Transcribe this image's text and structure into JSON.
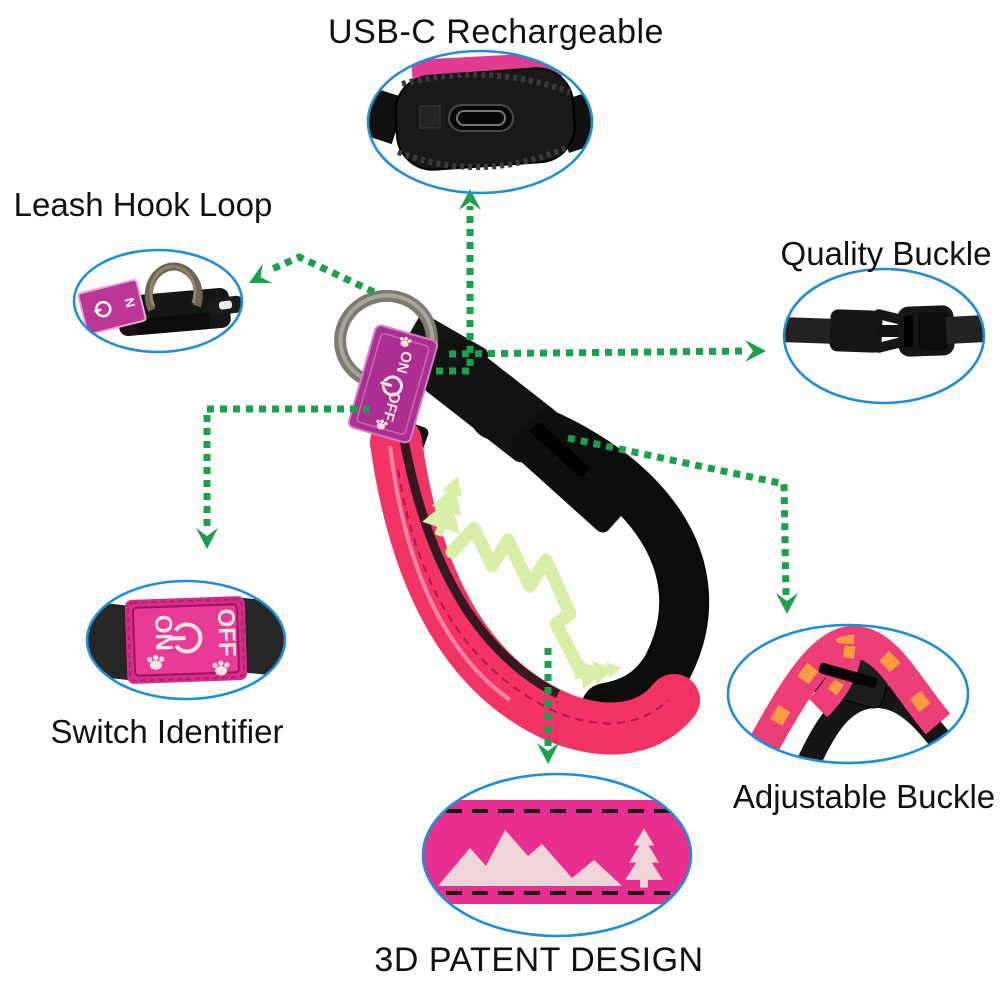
{
  "page": {
    "type": "product feature infographic",
    "product": "pink LED light-up dog collar",
    "background": "#ffffff"
  },
  "callouts": {
    "usb": {
      "label": "USB-C Rechargeable",
      "position": "top-center",
      "photo": "collar control unit with USB-C charging port"
    },
    "leash": {
      "label": "Leash Hook Loop",
      "position": "upper-left",
      "photo": "metal D-ring leash loop on buckle"
    },
    "quality": {
      "label": "Quality Buckle",
      "position": "upper-right",
      "photo": "black quick-release buckle, unclipped"
    },
    "switchid": {
      "label": "Switch Identifier",
      "position": "lower-left",
      "photo": "pink rubber ON/OFF switch tag between webbing"
    },
    "adjustable": {
      "label": "Adjustable Buckle",
      "position": "lower-right",
      "photo": "strap looped through black tri-glide adjuster"
    },
    "patent": {
      "label": "3D PATENT DESIGN",
      "position": "bottom-center",
      "photo": "pink strap with mountain range and tree cut-outs"
    }
  },
  "tag": {
    "on": "ON",
    "off": "OFF",
    "n_fragment": "N",
    "power_icon": "power-symbol",
    "paw_icon": "paw-print"
  },
  "colors": {
    "label_text": "#111111",
    "ring_blue": "#1d8fd6",
    "arrow_green": "#17a24b",
    "collar_pink": "#f23363",
    "strap_magenta": "#e82f8f",
    "tag_magenta": "#ad2e92",
    "switch_tag_pink": "#ea3a97",
    "glow_green": "#d9efa6",
    "cutout_pink": "#efd6d6",
    "buckle_black": "#141414",
    "metal_gray": "#8d8a7f",
    "orange_accent": "#f6a23c"
  }
}
